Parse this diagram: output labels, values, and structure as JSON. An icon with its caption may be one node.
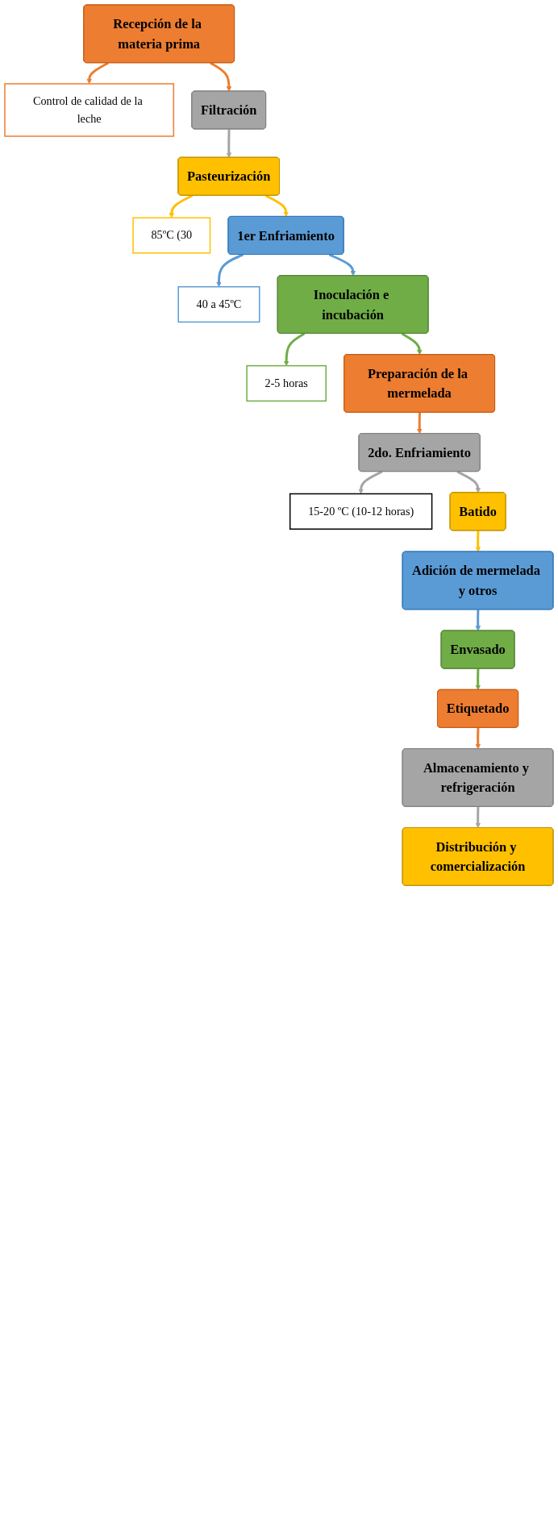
{
  "diagram": {
    "nodes": [
      {
        "text": [
          "Recepción de la materia prima"
        ]
      },
      {
        "text": [
          "Control de calidad de la leche"
        ]
      },
      {
        "text": [
          "Filtración"
        ]
      },
      {
        "text": [
          "Pasteurización"
        ]
      },
      {
        "text": [
          "85ºC (30"
        ]
      },
      {
        "text": [
          "1er Enfriamiento"
        ]
      },
      {
        "text": [
          "40 a 45ºC"
        ]
      },
      {
        "text": [
          "Inoculación e incubación"
        ]
      },
      {
        "text": [
          "2-5 horas"
        ]
      },
      {
        "text": [
          "Preparación de la mermelada"
        ]
      },
      {
        "text": [
          "2do. Enfriamiento"
        ]
      },
      {
        "text": [
          "15-20 ºC (10-12 horas)"
        ]
      },
      {
        "text": [
          "Batido"
        ]
      },
      {
        "text": [
          "Adición de mermelada y otros"
        ]
      },
      {
        "text": [
          "Envasado"
        ]
      },
      {
        "text": [
          "Etiquetado"
        ]
      },
      {
        "text": [
          "Almacenamiento y refrigeración"
        ]
      },
      {
        "text": [
          "Distribución y comercialización"
        ]
      }
    ],
    "edges": [
      {
        "from": 0,
        "to": 1,
        "arrow": "to",
        "color": "#ed7d31"
      },
      {
        "from": 0,
        "to": 2,
        "arrow": "to",
        "color": "#ed7d31"
      },
      {
        "from": 2,
        "to": 3,
        "arrow": "to",
        "color": "#a5a5a5"
      },
      {
        "from": 3,
        "to": 4,
        "arrow": "to",
        "color": "#ffc000"
      },
      {
        "from": 3,
        "to": 5,
        "arrow": "to",
        "color": "#ffc000"
      },
      {
        "from": 5,
        "to": 6,
        "arrow": "to",
        "color": "#5b9bd5"
      },
      {
        "from": 5,
        "to": 7,
        "arrow": "to",
        "color": "#5b9bd5"
      },
      {
        "from": 7,
        "to": 8,
        "arrow": "to",
        "color": "#70ad47"
      },
      {
        "from": 7,
        "to": 9,
        "arrow": "to",
        "color": "#70ad47"
      },
      {
        "from": 9,
        "to": 10,
        "arrow": "to",
        "color": "#ed7d31"
      },
      {
        "from": 10,
        "to": 11,
        "arrow": "to",
        "color": "#a5a5a5"
      },
      {
        "from": 10,
        "to": 12,
        "arrow": "to",
        "color": "#a5a5a5"
      },
      {
        "from": 12,
        "to": 13,
        "arrow": "to",
        "color": "#ffc000"
      },
      {
        "from": 13,
        "to": 14,
        "arrow": "to",
        "color": "#5b9bd5"
      },
      {
        "from": 14,
        "to": 15,
        "arrow": "to",
        "color": "#70ad47"
      },
      {
        "from": 15,
        "to": 16,
        "arrow": "to",
        "color": "#ed7d31"
      },
      {
        "from": 16,
        "to": 17,
        "arrow": "to",
        "color": "#a5a5a5"
      }
    ]
  }
}
